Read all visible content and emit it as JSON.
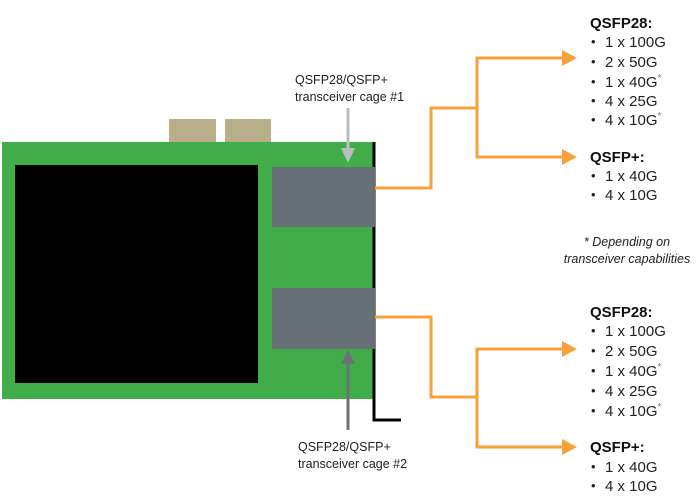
{
  "colors": {
    "board": "#41ad49",
    "chip": "#000000",
    "cage": "#667076",
    "connector": "#b8ae8a",
    "bracket": "#000000",
    "link": "#f7a13a",
    "arrow_cage1": "#bbbcc0",
    "arrow_cage2": "#6b7379"
  },
  "labels": {
    "cage1": {
      "line1": "QSFP28/QSFP+",
      "line2": "transceiver cage #1"
    },
    "cage2": {
      "line1": "QSFP28/QSFP+",
      "line2": "transceiver cage #2"
    }
  },
  "footnote": {
    "line1": "* Depending on",
    "line2": "transceiver capabilities"
  },
  "bullet": "•",
  "cage1_modes": {
    "qsfp28": {
      "heading": "QSFP28:",
      "items": [
        {
          "text": "1 x 100G",
          "mark": ""
        },
        {
          "text": "2 x 50G",
          "mark": ""
        },
        {
          "text": "1 x 40G",
          "mark": "*"
        },
        {
          "text": "4 x 25G",
          "mark": ""
        },
        {
          "text": "4 x 10G",
          "mark": "*"
        }
      ]
    },
    "qsfp_plus": {
      "heading": "QSFP+:",
      "items": [
        {
          "text": "1 x 40G",
          "mark": ""
        },
        {
          "text": "4 x 10G",
          "mark": ""
        }
      ]
    }
  },
  "cage2_modes": {
    "qsfp28": {
      "heading": "QSFP28:",
      "items": [
        {
          "text": "1 x 100G",
          "mark": ""
        },
        {
          "text": "2 x 50G",
          "mark": ""
        },
        {
          "text": "1 x 40G",
          "mark": "*"
        },
        {
          "text": "4 x 25G",
          "mark": ""
        },
        {
          "text": "4 x 10G",
          "mark": "*"
        }
      ]
    },
    "qsfp_plus": {
      "heading": "QSFP+:",
      "items": [
        {
          "text": "1 x 40G",
          "mark": ""
        },
        {
          "text": "4 x 10G",
          "mark": ""
        }
      ]
    }
  }
}
